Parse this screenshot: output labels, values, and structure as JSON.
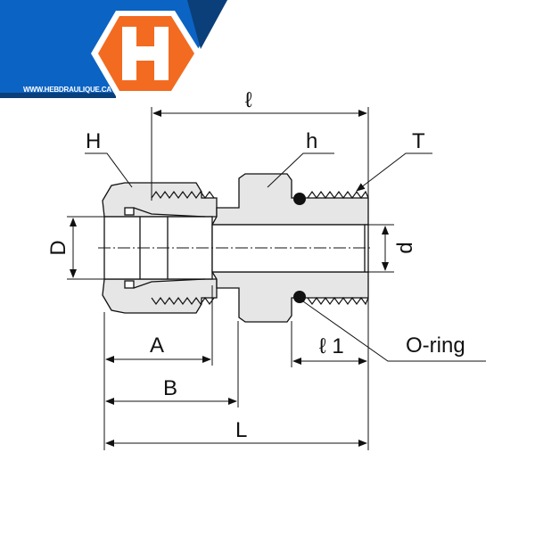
{
  "logo": {
    "letter": "H",
    "url": "WWW.HEBDRAULIQUE.CA",
    "colors": {
      "blue": "#0b63c4",
      "dark_blue": "#0a3f7a",
      "orange": "#f26b21"
    }
  },
  "labels": {
    "H": "H",
    "h": "h",
    "T": "T",
    "D": "D",
    "d": "d",
    "l": "ℓ",
    "l1": "ℓ 1",
    "A": "A",
    "B": "B",
    "L": "L",
    "oring": "O-ring"
  }
}
